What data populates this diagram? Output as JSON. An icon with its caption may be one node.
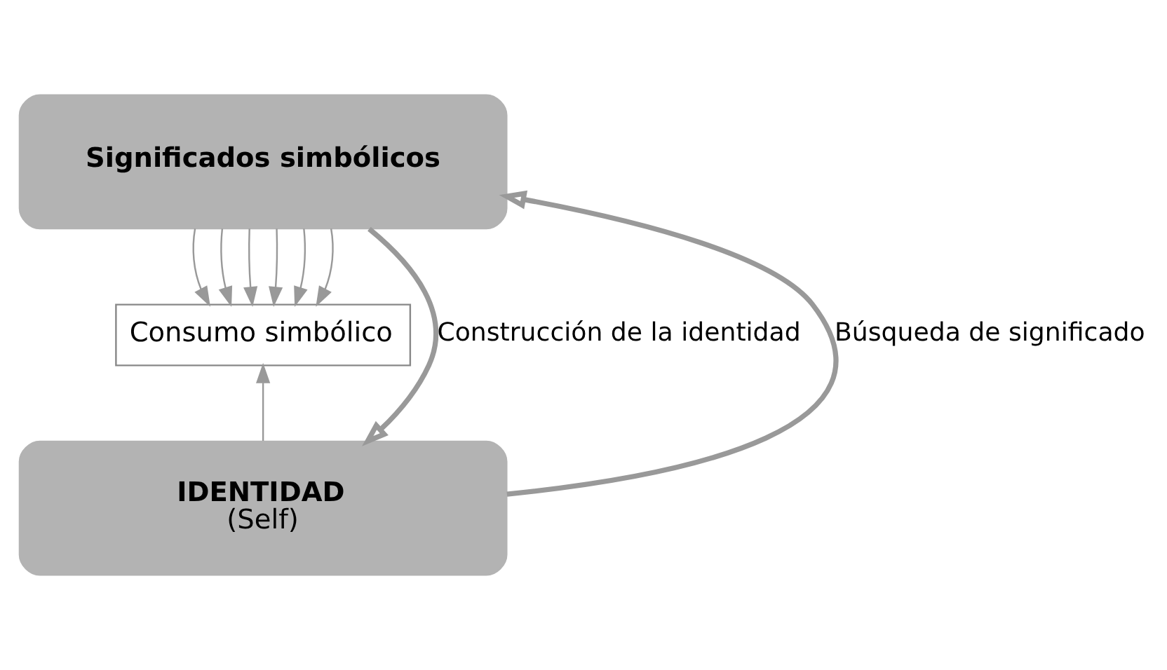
{
  "diagram": {
    "nodes": [
      {
        "text": [
          "Significados simbólicos"
        ]
      },
      {
        "text": [
          "Consumo simbólico"
        ]
      },
      {
        "text": [
          "IDENTIDAD",
          "(Self)"
        ]
      }
    ],
    "edges": [
      {
        "from": 0,
        "to": 1,
        "arrow": "to"
      },
      {
        "from": 0,
        "to": 1,
        "arrow": "to"
      },
      {
        "from": 0,
        "to": 1,
        "arrow": "to"
      },
      {
        "from": 0,
        "to": 1,
        "arrow": "to"
      },
      {
        "from": 0,
        "to": 1,
        "arrow": "to"
      },
      {
        "from": 0,
        "to": 1,
        "arrow": "to"
      },
      {
        "from": 2,
        "to": 1,
        "arrow": "to"
      },
      {
        "from": 0,
        "to": 2,
        "arrow": "to",
        "label": "Construcción de la identidad",
        "style": "thick"
      },
      {
        "from": 2,
        "to": 0,
        "arrow": "to",
        "label": "Búsqueda de significado",
        "style": "thick"
      }
    ]
  }
}
